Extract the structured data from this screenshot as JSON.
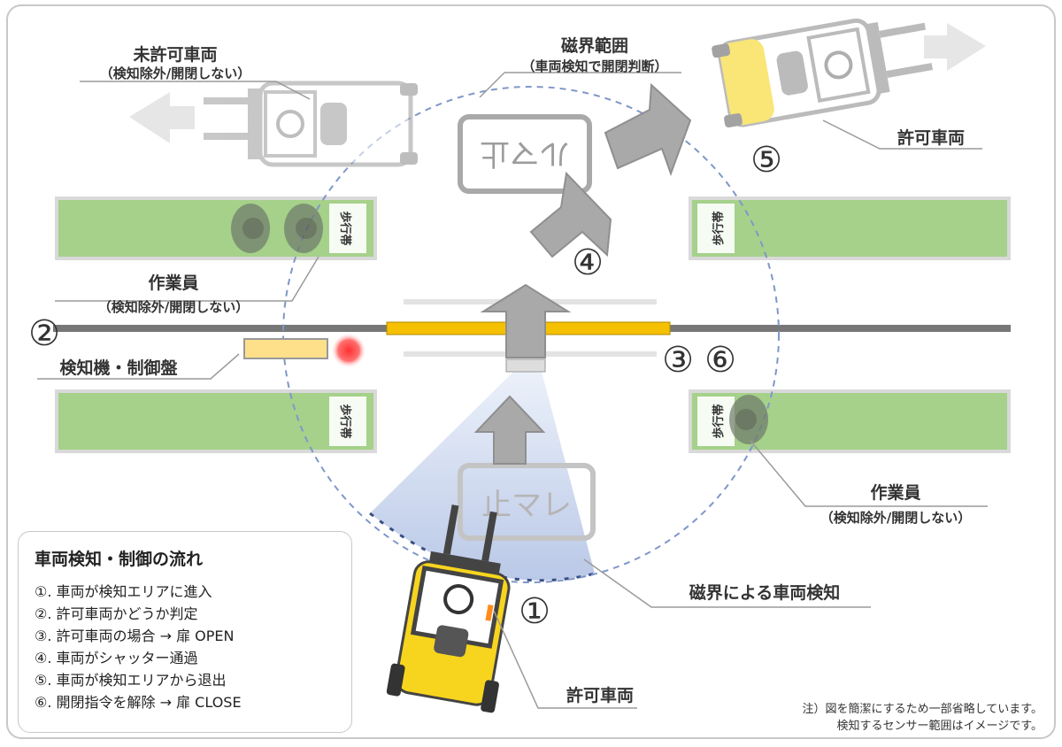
{
  "labels": {
    "unauthorized_vehicle": "未許可車両",
    "unauthorized_vehicle_sub": "（検知除外/開閉しない）",
    "magnetic_field": "磁界範囲",
    "magnetic_field_sub": "（車両検知で開閉判断）",
    "authorized_vehicle_top": "許可車両",
    "worker_left": "作業員",
    "worker_left_sub": "（検知除外/開閉しない）",
    "detector_panel": "検知機・制御盤",
    "worker_right": "作業員",
    "worker_right_sub": "（検知除外/開閉しない）",
    "magnetic_detection": "磁界による車両検知",
    "authorized_vehicle_bottom": "許可車両"
  },
  "walkway_label": "歩行帯",
  "road_marking_top": "ルマ止",
  "road_marking_bottom": "止マレ",
  "numbers": {
    "n1": "①",
    "n2": "②",
    "n3": "③",
    "n4": "④",
    "n5": "⑤",
    "n6": "⑥"
  },
  "flow": {
    "title": "車両検知・制御の流れ",
    "steps": [
      "①. 車両が検知エリアに進入",
      "②. 許可車両かどうか判定",
      "③. 許可車両の場合 → 扉 OPEN",
      "④. 車両がシャッター通過",
      "⑤. 車両が検知エリアから退出",
      "⑥. 開閉指令を解除 → 扉 CLOSE"
    ]
  },
  "note": {
    "line1": "注）図を簡潔にするため一部省略しています。",
    "line2": "検知するセンサー範囲はイメージです。"
  },
  "colors": {
    "walkway_green": "#a5d18a",
    "shutter_yellow": "#f5c000",
    "rail_gray": "#777777",
    "forklift_yellow": "#f7d51e",
    "arrow_gray": "#a9a9a9",
    "field_dash": "#7f97c9",
    "sensor_blue": "#b8c8e8",
    "lamp_red": "#ff5a5a"
  }
}
